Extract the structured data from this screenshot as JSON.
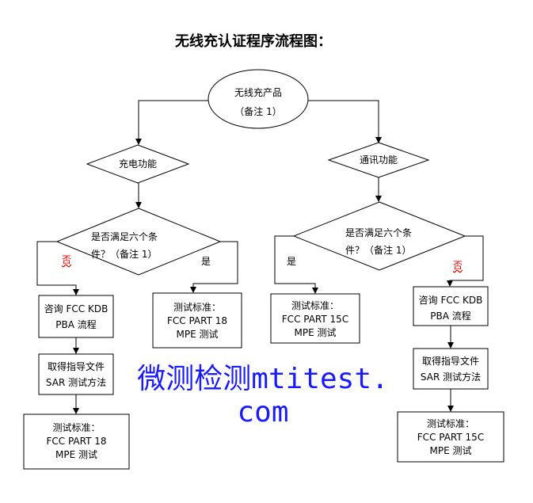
{
  "title": "无线充认证程序流程图：",
  "start": {
    "line1": "无线充产品",
    "line2": "（备注 1）"
  },
  "charging": {
    "label": "充电功能",
    "decision": {
      "line1": "是否满足六个条",
      "line2": "件？（备注 1）"
    },
    "no_label": "否",
    "yes_label": "是",
    "no_steps": [
      {
        "line1": "咨询 FCC KDB",
        "line2": "PBA 流程"
      },
      {
        "line1": "取得指导文件",
        "line2": "SAR 测试方法"
      },
      {
        "line1": "测试标准：",
        "line2": "FCC PART 18",
        "line3": "MPE 测试"
      }
    ],
    "yes_step": {
      "line1": "测试标准：",
      "line2": "FCC PART 18",
      "line3": "MPE 测试"
    }
  },
  "communication": {
    "label": "通讯功能",
    "decision": {
      "line1": "是否满足六个条",
      "line2": "件？（备注 1）"
    },
    "no_label": "否",
    "yes_label": "是",
    "yes_step": {
      "line1": "测试标准：",
      "line2": "FCC PART 15C",
      "line3": "MPE 测试"
    },
    "no_steps": [
      {
        "line1": "咨询 FCC KDB",
        "line2": "PBA 流程"
      },
      {
        "line1": "取得指导文件",
        "line2": "SAR 测试方法"
      },
      {
        "line1": "测试标准：",
        "line2": "FCC PART 15C",
        "line3": "MPE 测试"
      }
    ]
  },
  "watermark": "微测检测mtitest.com"
}
